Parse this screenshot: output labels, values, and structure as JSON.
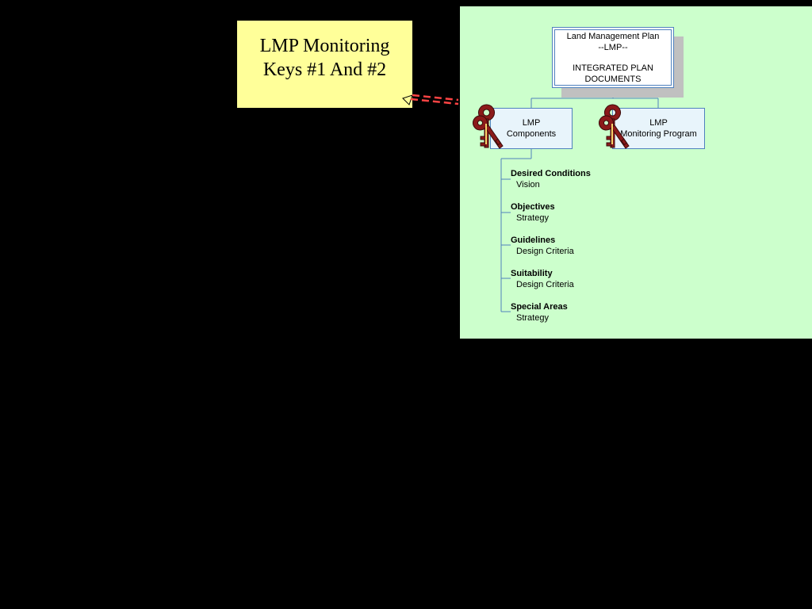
{
  "callout": {
    "line1": "LMP Monitoring",
    "line2": "Keys #1 And #2",
    "background": "#ffff99"
  },
  "diagram": {
    "background": "#ccffcc",
    "line_color": "#4f81bd",
    "connector_color": "#ff4444",
    "key_color": "#8b1a1a",
    "root": {
      "line1": "Land Management Plan",
      "line2": "--LMP--",
      "line3": "INTEGRATED PLAN",
      "line4": "DOCUMENTS"
    },
    "children": [
      {
        "line1": "LMP",
        "line2": "Components"
      },
      {
        "line1": "LMP",
        "line2": "Monitoring Program"
      }
    ],
    "components": [
      {
        "title": "Desired Conditions",
        "subtitle": "Vision"
      },
      {
        "title": "Objectives",
        "subtitle": "Strategy"
      },
      {
        "title": "Guidelines",
        "subtitle": "Design Criteria"
      },
      {
        "title": "Suitability",
        "subtitle": "Design Criteria"
      },
      {
        "title": "Special Areas",
        "subtitle": "Strategy"
      }
    ],
    "icons": [
      "keys-icon",
      "keys-icon"
    ]
  }
}
